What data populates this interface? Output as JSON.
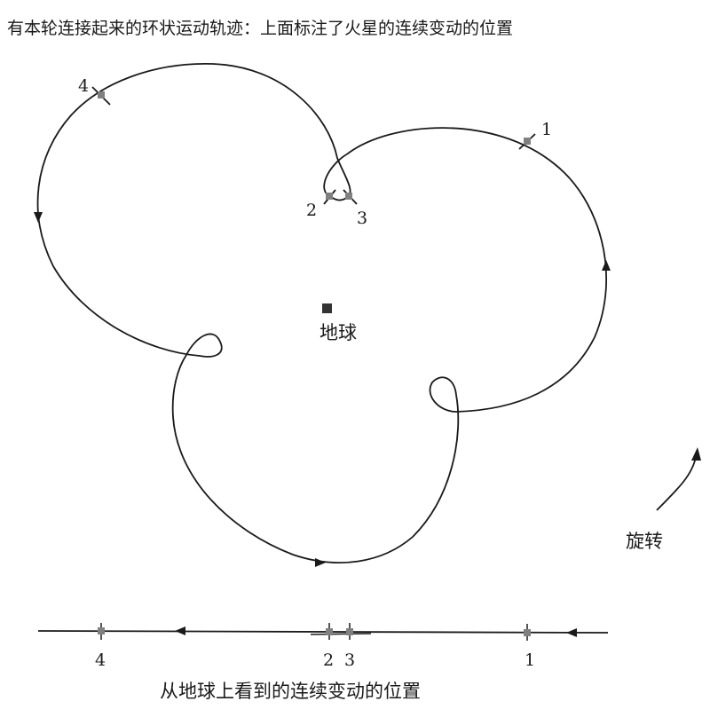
{
  "title": "有本轮连接起来的环状运动轨迹：上面标注了火星的连续变动的位置",
  "earth_label": "地球",
  "rotation_label": "旋转",
  "line_caption": "从地球上看到的连续变动的位置",
  "orbit_positions": [
    {
      "label": "1"
    },
    {
      "label": "2"
    },
    {
      "label": "3"
    },
    {
      "label": "4"
    }
  ],
  "line_positions": [
    {
      "label": "4"
    },
    {
      "label": "2"
    },
    {
      "label": "3"
    },
    {
      "label": "1"
    }
  ],
  "colors": {
    "stroke": "#1a1a1a",
    "marker": "#808080",
    "earth": "#333333"
  }
}
